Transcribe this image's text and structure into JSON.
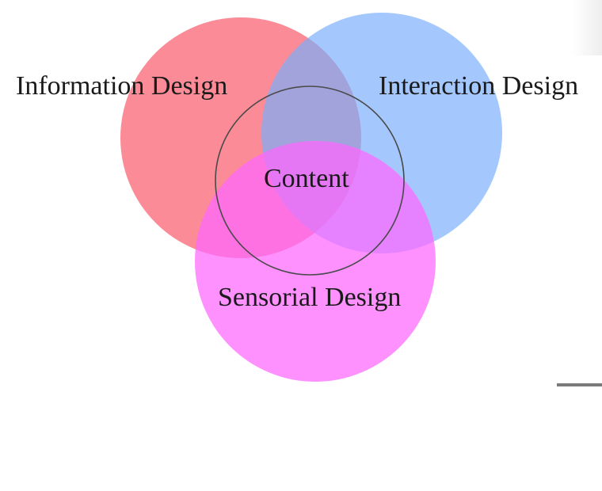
{
  "diagram": {
    "sets": [
      {
        "id": "information",
        "label": "Information Design",
        "color": "#f95f6f"
      },
      {
        "id": "interaction",
        "label": "Interaction Design",
        "color": "#79aefc"
      },
      {
        "id": "sensorial",
        "label": "Sensorial Design",
        "color": "#ff66ff"
      }
    ],
    "center": {
      "label": "Content"
    }
  }
}
